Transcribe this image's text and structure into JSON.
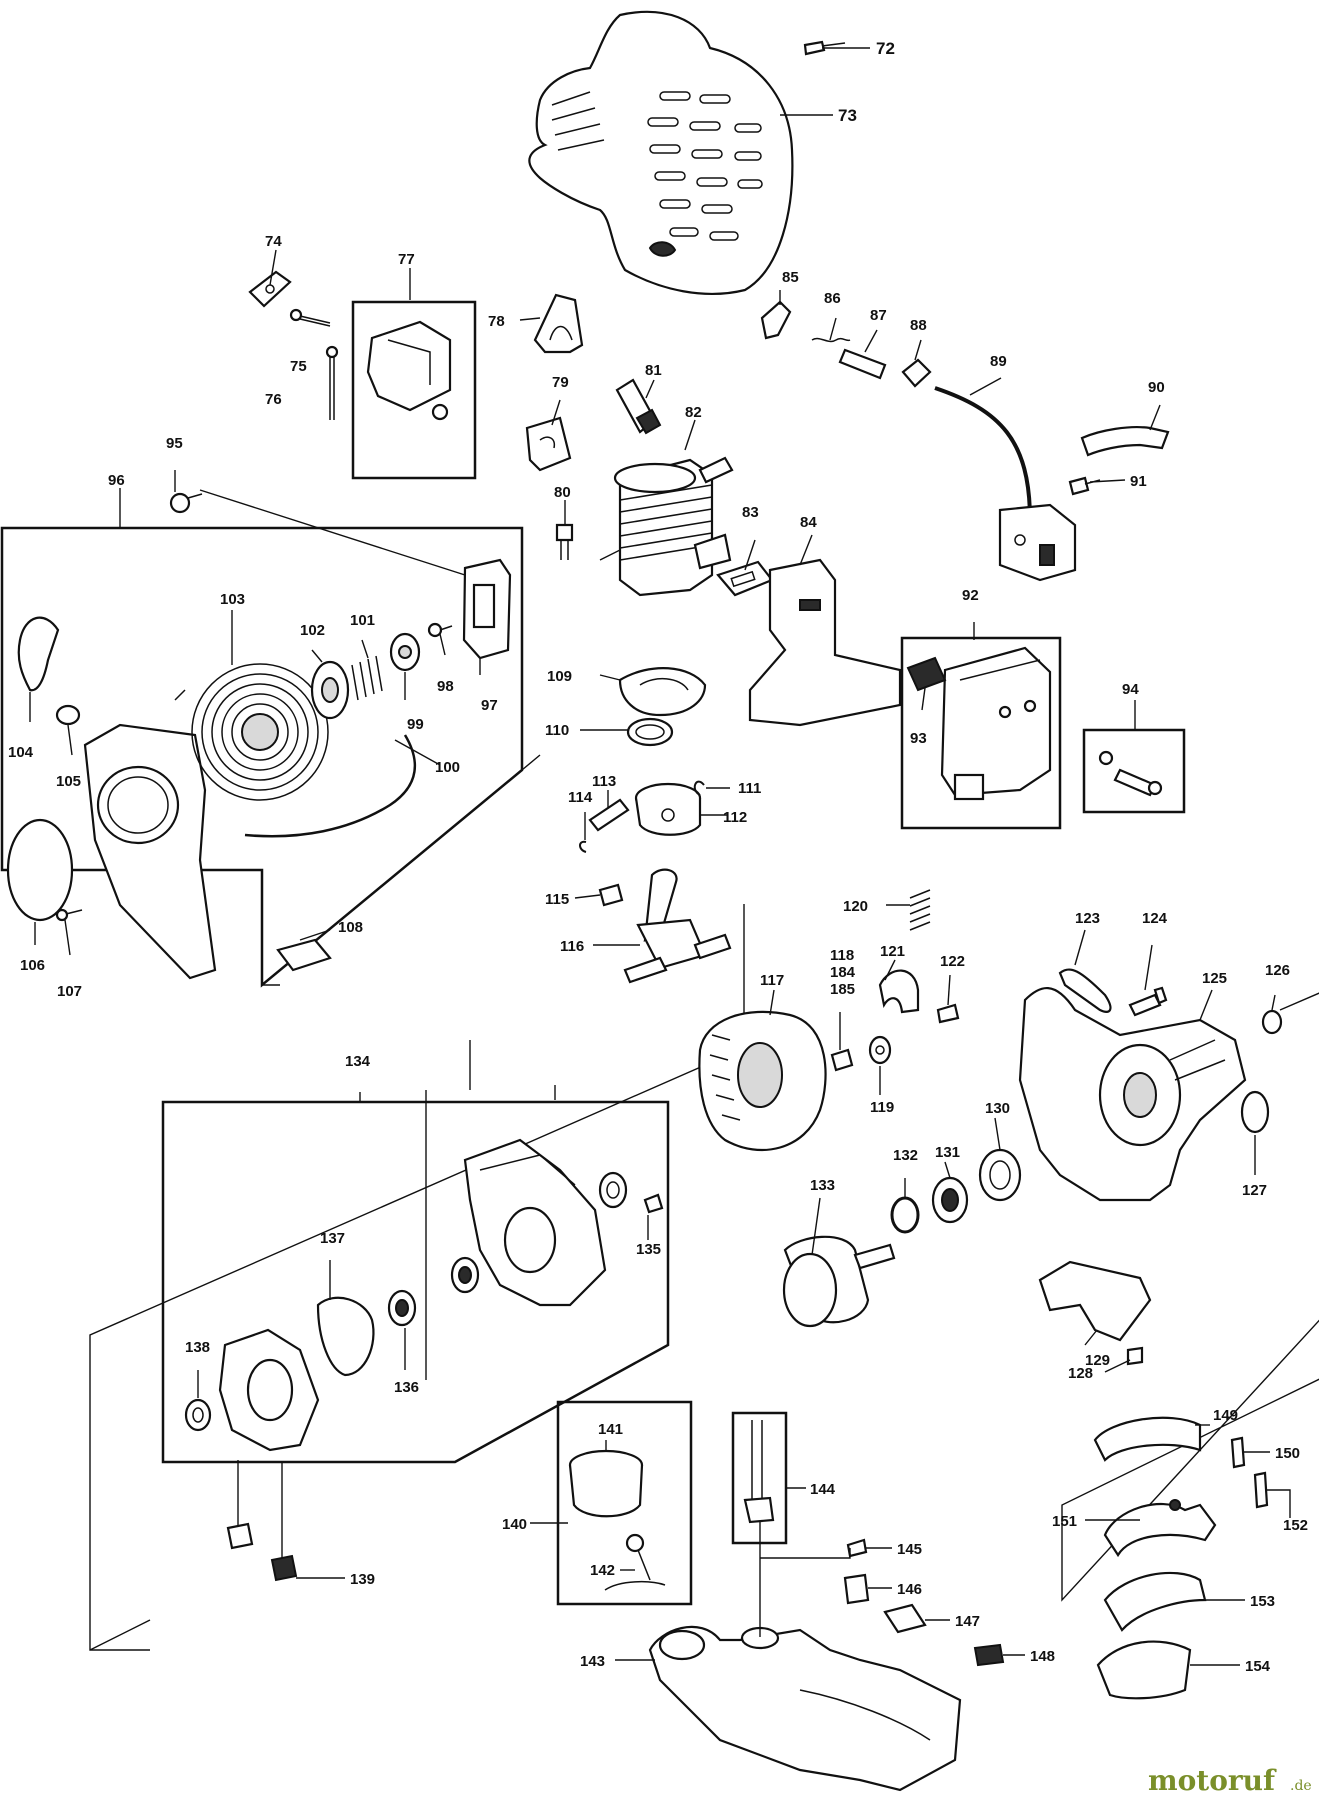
{
  "callouts": [
    "72",
    "73",
    "74",
    "75",
    "76",
    "77",
    "78",
    "79",
    "80",
    "81",
    "82",
    "83",
    "84",
    "85",
    "86",
    "87",
    "88",
    "89",
    "90",
    "91",
    "92",
    "93",
    "94",
    "95",
    "96",
    "97",
    "98",
    "99",
    "100",
    "101",
    "102",
    "103",
    "104",
    "105",
    "106",
    "107",
    "108",
    "109",
    "110",
    "111",
    "112",
    "113",
    "114",
    "115",
    "116",
    "117",
    "118",
    "119",
    "120",
    "121",
    "122",
    "123",
    "124",
    "125",
    "126",
    "127",
    "128",
    "129",
    "130",
    "131",
    "132",
    "133",
    "134",
    "135",
    "136",
    "137",
    "138",
    "139",
    "140",
    "141",
    "142",
    "143",
    "144",
    "145",
    "146",
    "147",
    "148",
    "149",
    "150",
    "151",
    "152",
    "153",
    "154",
    "184",
    "185"
  ],
  "watermark": {
    "brand": "motoruf",
    "tld": ".de"
  },
  "colors": {
    "ink": "#111111",
    "watermark": "#7a8f2a"
  }
}
